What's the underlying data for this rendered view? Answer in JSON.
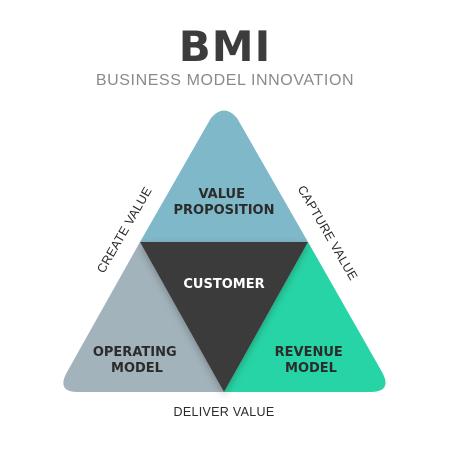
{
  "title": "BMI",
  "subtitle": "BUSINESS MODEL INNOVATION",
  "segments": {
    "top": {
      "line1": "VALUE",
      "line2": "PROPOSITION",
      "color": "#7fb8c8"
    },
    "center": {
      "label": "CUSTOMER",
      "color": "#3a3a3a"
    },
    "left": {
      "line1": "OPERATING",
      "line2": "MODEL",
      "color": "#a3b3bb"
    },
    "right": {
      "line1": "REVENUE",
      "line2": "MODEL",
      "color": "#27d4a5"
    }
  },
  "edges": {
    "left": "CREATE VALUE",
    "right": "CAPTURE VALUE",
    "bottom": "DELIVER VALUE"
  }
}
